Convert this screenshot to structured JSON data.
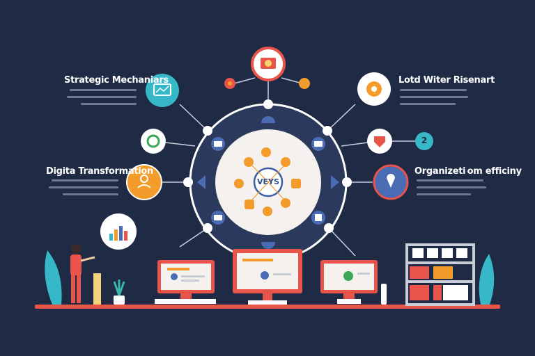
{
  "labels": {
    "top_left": "Strategic Mechaniars",
    "top_right": "Lotd Witer Risenart",
    "mid_left": "Digita Transformation",
    "mid_right": "Organizeti om efficiny"
  },
  "hub": {
    "text": "VEYS"
  },
  "badge": {
    "number": "2"
  },
  "colors": {
    "background": "#1f2a44",
    "ring": "#2b3a5c",
    "hub": "#f4f1ee",
    "teal": "#36b8c8",
    "orange": "#f39c2c",
    "red": "#e8534a",
    "blue": "#4a6cb5",
    "floor": "#e8534a"
  },
  "icons": {
    "top": "idea-icon",
    "top_left": "chart-icon",
    "top_right": "gear-icon",
    "mid_left": "user-icon",
    "mid_right": "location-pin-icon",
    "small_left": "recycle-icon",
    "small_right": "shield-icon",
    "bottom_left": "bar-chart-icon"
  }
}
